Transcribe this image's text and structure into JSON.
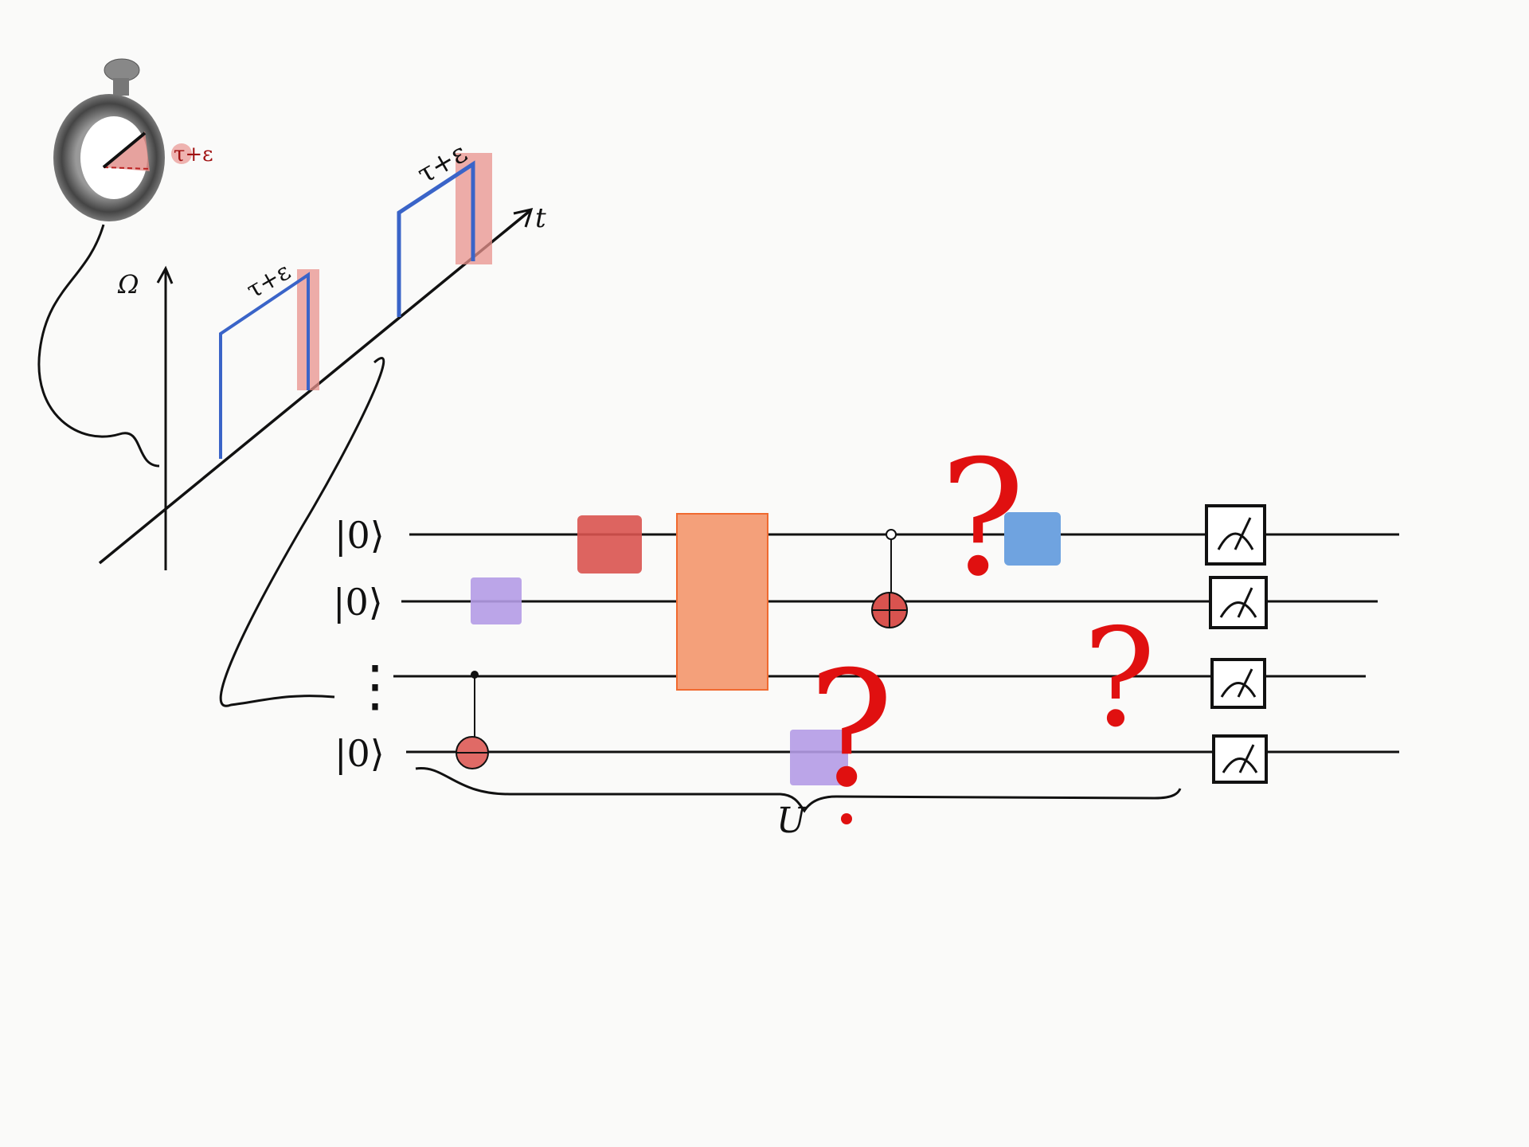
{
  "stopwatch": {
    "label": "τ+ε"
  },
  "pulse_plot": {
    "y_axis_label": "Ω",
    "x_axis_label": "t",
    "pulses": [
      {
        "label": "τ+ε"
      },
      {
        "label": "τ+ε"
      }
    ]
  },
  "circuit": {
    "qubits": [
      {
        "label": "|0⟩"
      },
      {
        "label": "|0⟩"
      },
      {
        "label": "|0⟩"
      }
    ],
    "ellipsis": "⋮",
    "unitary_label": "U",
    "uncertainty_marks": [
      "?",
      "?",
      "?"
    ]
  },
  "colors": {
    "ink": "#111111",
    "pulse_blue": "#3a64c8",
    "error_red": "#d9534f",
    "question_red": "#e01010",
    "gate_red": "#d9534f",
    "gate_orange": "#f4a07a",
    "gate_purple": "#b49be6",
    "gate_blue": "#6fa3e0"
  }
}
